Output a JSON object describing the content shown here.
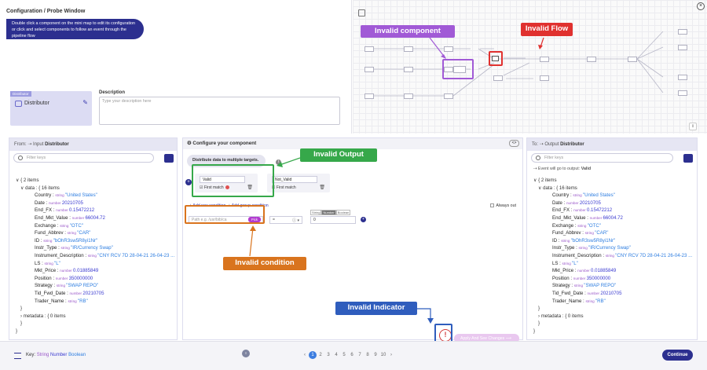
{
  "window": {
    "title": "Configuration / Probe Window"
  },
  "info": {
    "text": "Double click a component on the mini map to edit its configuration or click and select components to follow an event through the pipeline flow"
  },
  "component": {
    "tag": "Distributor",
    "name": "Distributor"
  },
  "description": {
    "label": "Description",
    "placeholder": "Type your description here"
  },
  "annotations": {
    "invalid_component": "Invalid component",
    "invalid_flow": "Invalid Flow",
    "invalid_output": "Invalid Output",
    "invalid_condition": "Invalid condition",
    "invalid_indicator": "Invalid Indicator"
  },
  "colors": {
    "component": "#a15ad6",
    "flow": "#e0312f",
    "output": "#36a84a",
    "condition": "#d9741e",
    "indicator": "#2f5dbd",
    "primary": "#2c2f8f"
  },
  "from_panel": {
    "prefix": "From:",
    "title_prefix": "Input",
    "title": "Distributor",
    "filter_placeholder": "Filter keys"
  },
  "to_panel": {
    "prefix": "To:",
    "title_prefix": "Output",
    "title": "Distributor",
    "filter_placeholder": "Filter keys",
    "note": "Event will go to output:",
    "note_value": "Valid"
  },
  "json_tree": {
    "root": "{ 2 items",
    "data_label": "data : { 16 items",
    "fields": [
      {
        "k": "Country",
        "t": "string",
        "v": "\"United States\""
      },
      {
        "k": "Date",
        "t": "number",
        "v": "20210705"
      },
      {
        "k": "End_FX",
        "t": "number",
        "v": "0.15472212"
      },
      {
        "k": "End_Mkt_Value",
        "t": "number",
        "v": "66004.72"
      },
      {
        "k": "Exchange",
        "t": "string",
        "v": "\"OTC\""
      },
      {
        "k": "Fund_Abbrev",
        "t": "string",
        "v": "\"CAR\""
      },
      {
        "k": "ID",
        "t": "string",
        "v": "\"bOhR3sw5R8yi1Nr\""
      },
      {
        "k": "Instr_Type",
        "t": "string",
        "v": "\"IR/Currency Swap\""
      },
      {
        "k": "Instrument_Description",
        "t": "string",
        "v": "\"CNY RCV 7D 28-04-21 26-04-23 ..."
      },
      {
        "k": "LS",
        "t": "string",
        "v": "\"L\""
      },
      {
        "k": "Mkt_Price",
        "t": "number",
        "v": "0.01885849"
      },
      {
        "k": "Position",
        "t": "number",
        "v": "350000000"
      },
      {
        "k": "Strategy",
        "t": "string",
        "v": "\"SWAP REPO\""
      },
      {
        "k": "Tid_Fwd_Date",
        "t": "number",
        "v": "20210705"
      },
      {
        "k": "Trader_Name",
        "t": "string",
        "v": "\"RB\""
      }
    ],
    "metadata_label": "metadata : { 0 items"
  },
  "configure": {
    "title": "Configure your component",
    "toggle": "<>",
    "distribute_text": "Distribute data to multiple targets.",
    "targets": [
      {
        "name": "Valid",
        "match": "First match",
        "invalid": true
      },
      {
        "name": "Not_Valid",
        "match": "First match",
        "invalid": false
      }
    ],
    "add_row": "Add row condition",
    "add_group": "Add group condition",
    "always_out": "Always out",
    "path_placeholder": "Path e.g. /usr/bib/ca",
    "pick": "Pick",
    "operator": "=",
    "value_types": [
      "String",
      "Number",
      "Boolean"
    ],
    "value": "0",
    "apply": "Apply And See Changes"
  },
  "footer": {
    "key_label": "Key:",
    "string": "String",
    "number": "Number",
    "boolean": "Boolean",
    "pages": [
      "1",
      "2",
      "3",
      "4",
      "5",
      "6",
      "7",
      "8",
      "9",
      "10"
    ],
    "continue": "Continue",
    "format_icon": "≡"
  }
}
